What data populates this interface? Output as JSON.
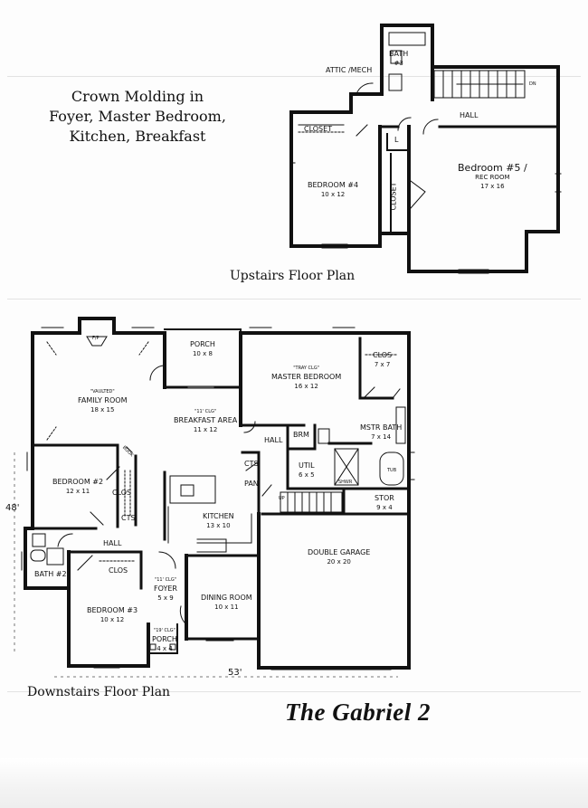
{
  "crown_note": "Crown Molding in\nFoyer, Master Bedroom,\nKitchen, Breakfast",
  "upstairs": {
    "caption": "Upstairs Floor Plan",
    "rooms": {
      "bath3": {
        "name": "BATH",
        "sub": "#3"
      },
      "attic": {
        "name": "ATTIC /MECH"
      },
      "hall": {
        "name": "HALL"
      },
      "closet_a": {
        "name": "CLOSET"
      },
      "closet_b": {
        "name": "CLOSET"
      },
      "linen": {
        "name": "L"
      },
      "bedroom4": {
        "name": "BEDROOM #4",
        "dims": "10 x 12"
      },
      "bedroom5": {
        "name": "Bedroom #5 /",
        "name2": "REC ROOM",
        "dims": "17 x 16"
      },
      "stair_dn": "DN"
    }
  },
  "downstairs": {
    "caption": "Downstairs Floor Plan",
    "width_label": "53'",
    "depth_label": "48'",
    "rooms": {
      "fp": "F/P",
      "porch_rear": {
        "name": "PORCH",
        "dims": "10 x 8"
      },
      "family": {
        "note": "\"VAULTED\"",
        "name": "FAMILY ROOM",
        "dims": "18 x 15"
      },
      "breakfast": {
        "note": "\"11' CLG\"",
        "name": "BREAKFAST AREA",
        "dims": "11 x 12"
      },
      "master": {
        "note": "\"TRAY CLG\"",
        "name": "MASTER BEDROOM",
        "dims": "16 x 12"
      },
      "clos_master": {
        "name": "CLOS",
        "dims": "7 x 7"
      },
      "mstr_bath": {
        "name": "MSTR BATH",
        "dims": "7 x 14"
      },
      "hall_center": {
        "name": "HALL"
      },
      "brm": {
        "name": "BRM"
      },
      "util": {
        "name": "UTIL",
        "dims": "6 x 5"
      },
      "shwr": "SHWR",
      "tub": "TUB",
      "bookcase": "BOOK",
      "bedroom2": {
        "name": "BEDROOM #2",
        "dims": "12 x 11"
      },
      "clos_bed2": {
        "name": "CLOS"
      },
      "cts_left": {
        "name": "CTS"
      },
      "cts_right": {
        "name": "CTS"
      },
      "pan": {
        "name": "PAN"
      },
      "up": "UP",
      "kitchen": {
        "name": "KITCHEN",
        "dims": "13 x 10"
      },
      "stor": {
        "name": "STOR",
        "dims": "9 x 4"
      },
      "hall_left": {
        "name": "HALL"
      },
      "bath2": {
        "name": "BATH #2"
      },
      "clos_bed3": {
        "name": "CLOS"
      },
      "foyer": {
        "note": "\"11' CLG\"",
        "name": "FOYER",
        "dims": "5 x 9"
      },
      "garage": {
        "name": "DOUBLE GARAGE",
        "dims": "20 x 20"
      },
      "bedroom3": {
        "name": "BEDROOM #3",
        "dims": "10 x 12"
      },
      "dining": {
        "name": "DINING ROOM",
        "dims": "10 x 11"
      },
      "porch_front": {
        "note": "\"19' CLG\"",
        "name": "PORCH",
        "dims": "4 x 4"
      }
    }
  },
  "brand": "The Gabriel  2"
}
